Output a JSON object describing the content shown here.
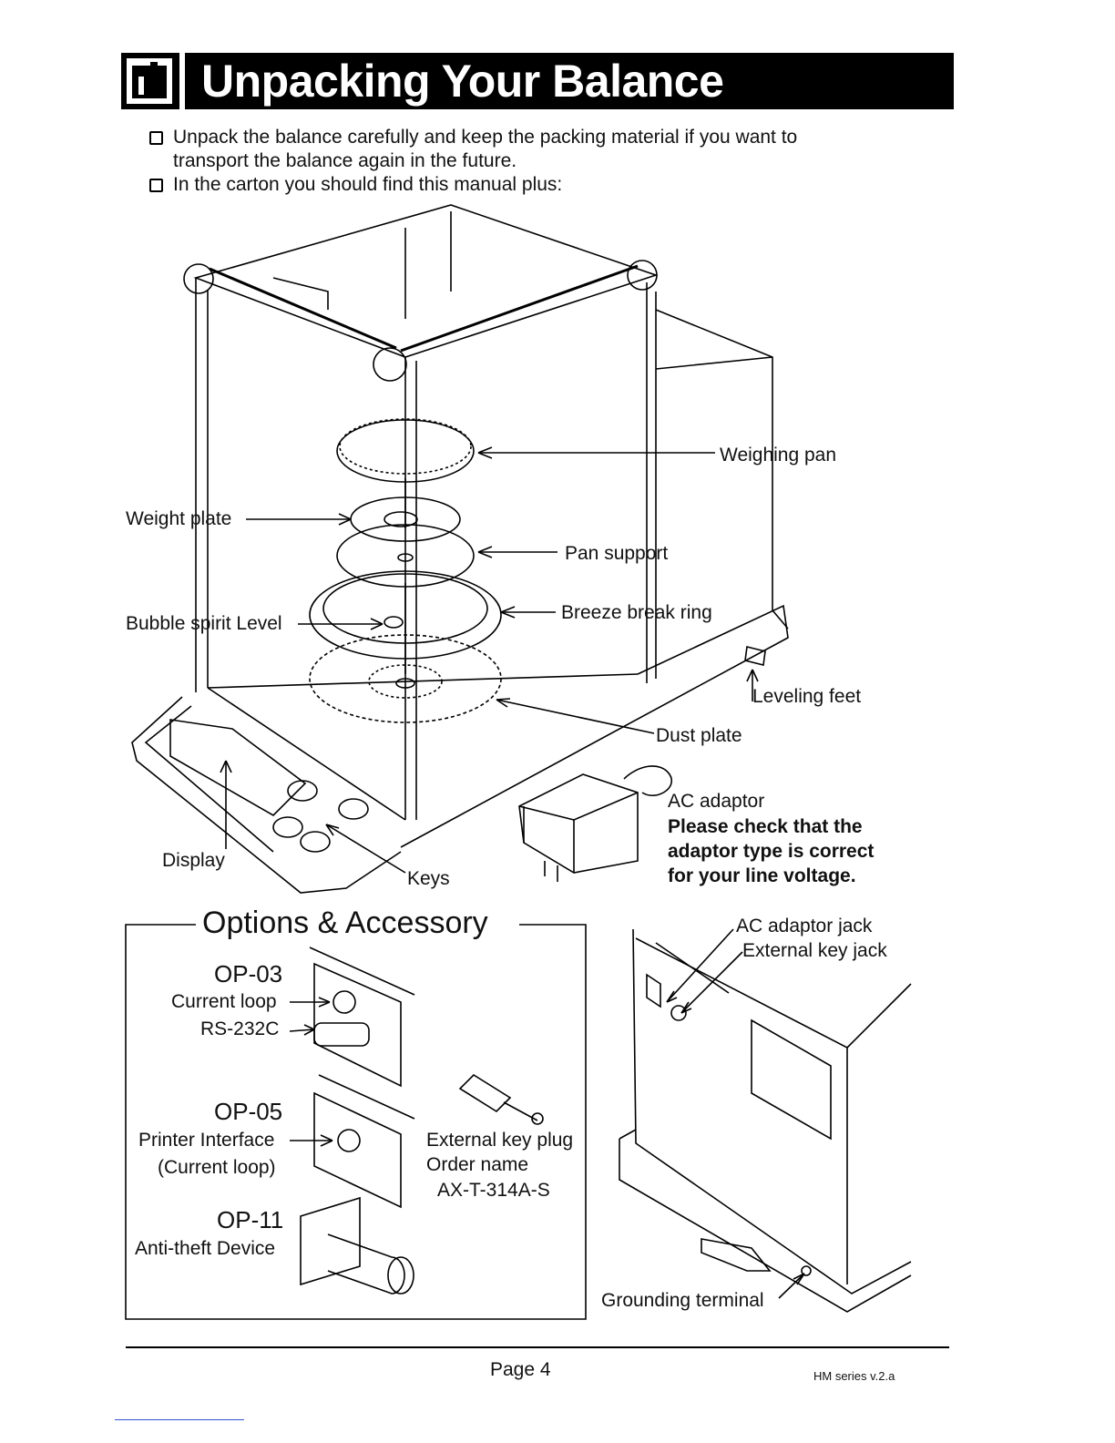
{
  "header": {
    "title": "Unpacking Your Balance",
    "icon": "weight-icon"
  },
  "intro": {
    "items": [
      "Unpack the balance carefully and keep the packing material if you want to",
      "transport the balance again in the future.",
      "In the carton you should find this manual plus:"
    ]
  },
  "diagram": {
    "weighing_pan": "Weighing pan",
    "weight_plate": "Weight plate",
    "pan_support": "Pan support",
    "bubble_level": "Bubble spirit Level",
    "breeze_ring": "Breeze break ring",
    "leveling_feet": "Leveling  feet",
    "dust_plate": "Dust plate",
    "ac_adaptor": "AC adaptor",
    "warning": [
      "Please check that the",
      "adaptor type is correct",
      "for your line voltage."
    ],
    "display": "Display",
    "keys": "Keys"
  },
  "options": {
    "title": "Options & Accessory",
    "op03": {
      "code": "OP-03",
      "current_loop": "Current loop",
      "rs232c": "RS-232C"
    },
    "op05": {
      "code": "OP-05",
      "line1": "Printer Interface",
      "line2": "(Current loop)"
    },
    "op11": {
      "code": "OP-11",
      "line1": "Anti-theft Device"
    },
    "plug": {
      "line1": "External key plug",
      "line2": "Order name",
      "line3": "AX-T-314A-S"
    }
  },
  "rear": {
    "ac_jack": "AC adaptor jack",
    "ext_jack": "External key jack",
    "ground": "Grounding terminal"
  },
  "footer": {
    "page": "Page 4",
    "version": "HM series v.2.a"
  }
}
